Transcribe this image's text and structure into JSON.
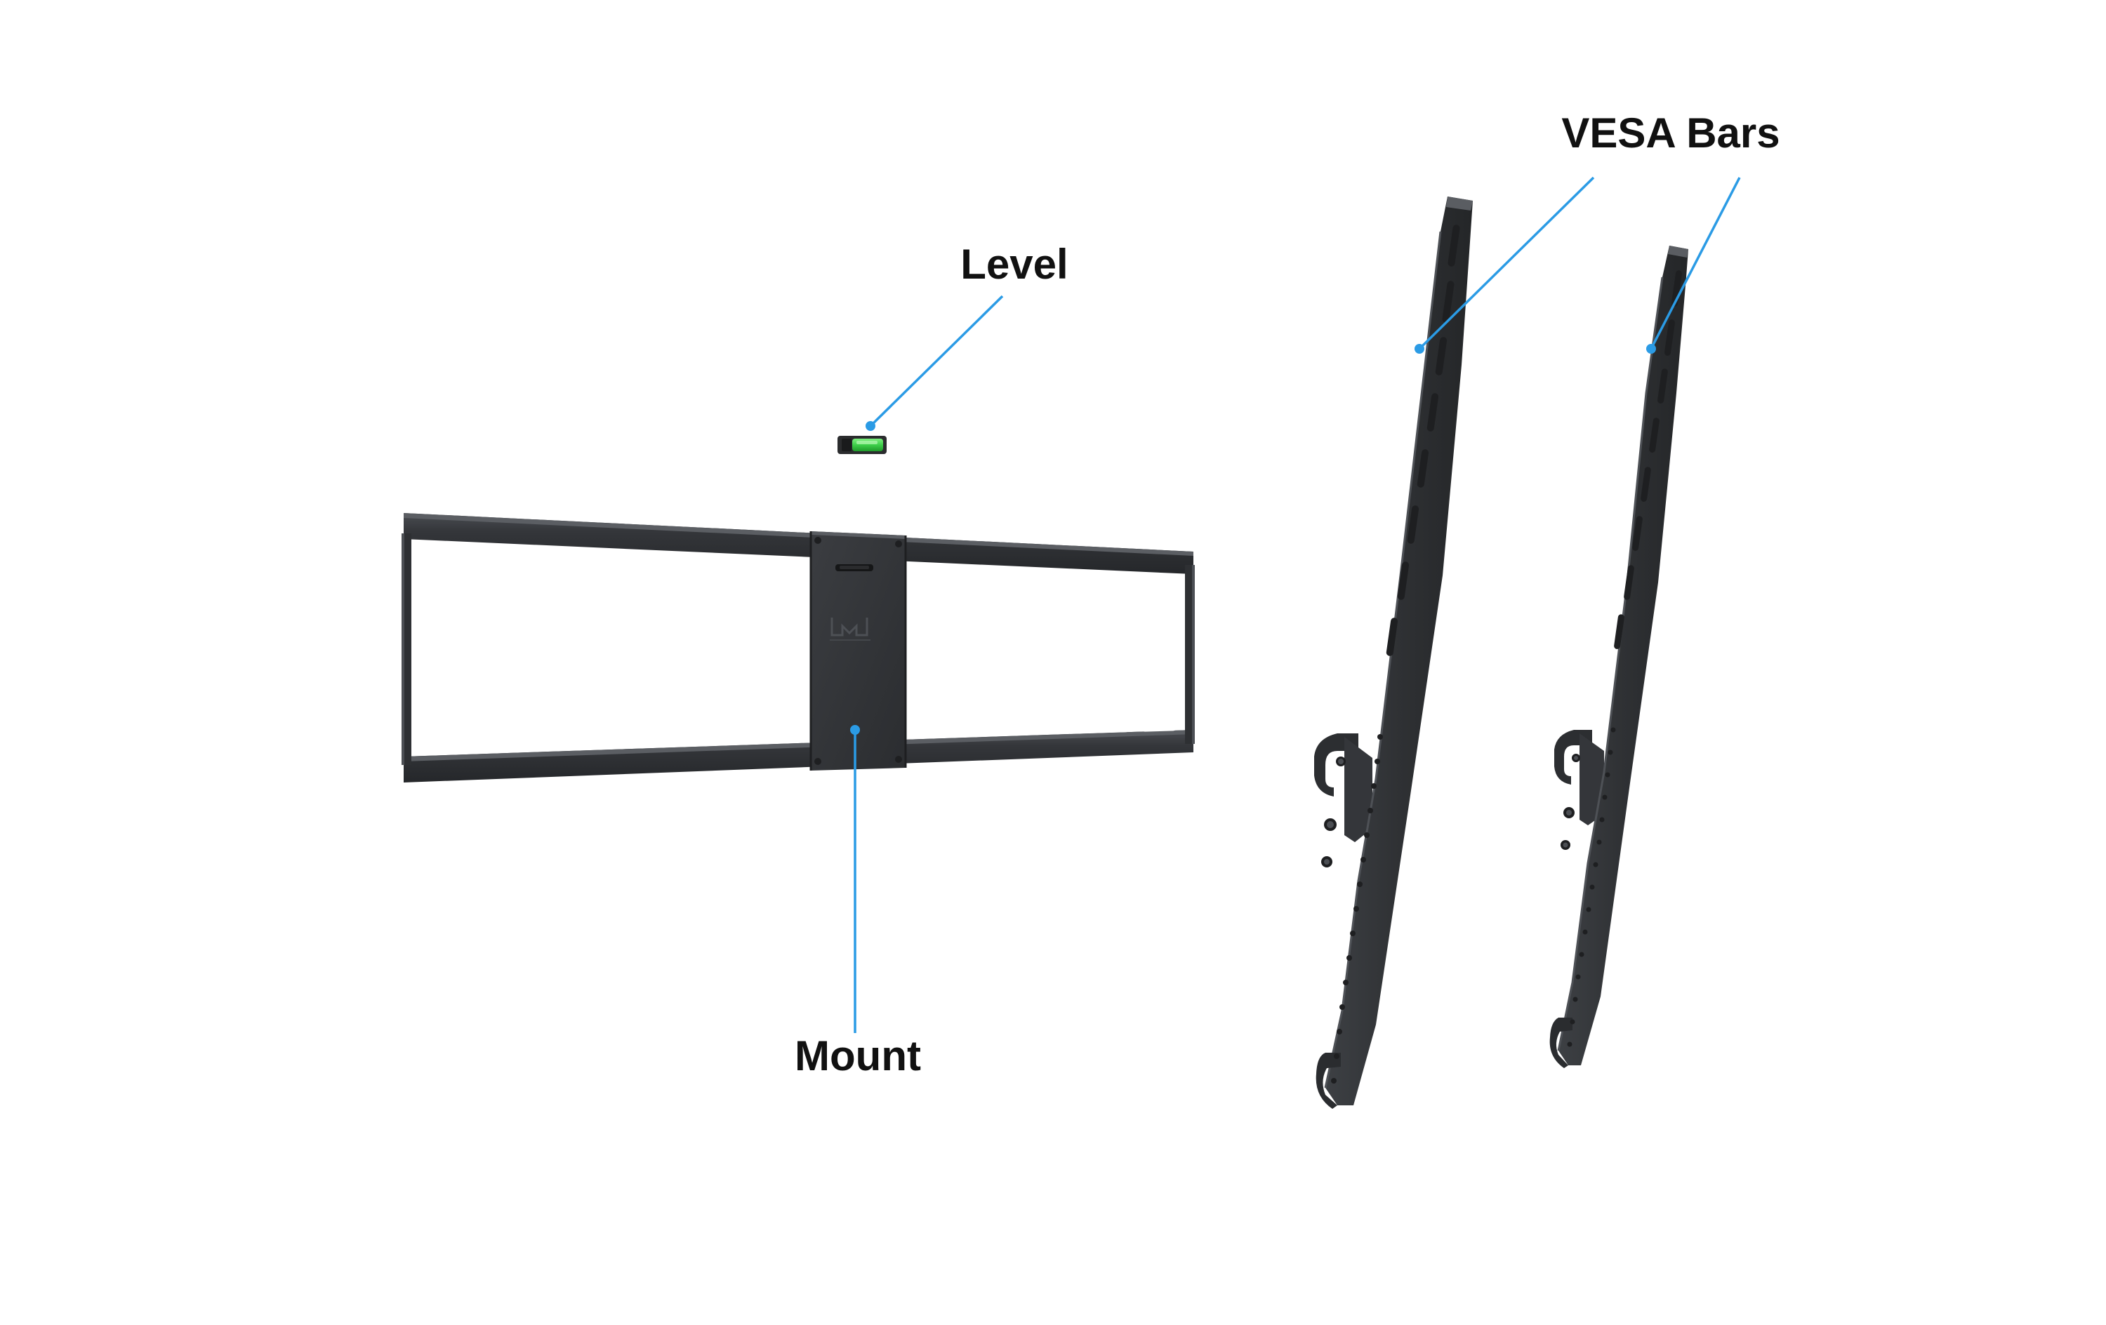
{
  "labels": {
    "level": "Level",
    "mount": "Mount",
    "vesa_bars": "VESA Bars"
  },
  "colors": {
    "background": "#ffffff",
    "label_text": "#111111",
    "leader_line": "#2b9be5",
    "hardware_dark": "#2e3033",
    "hardware_mid": "#3a3c40",
    "hardware_edge": "#55585d",
    "level_vial": "#3ecf4a"
  }
}
